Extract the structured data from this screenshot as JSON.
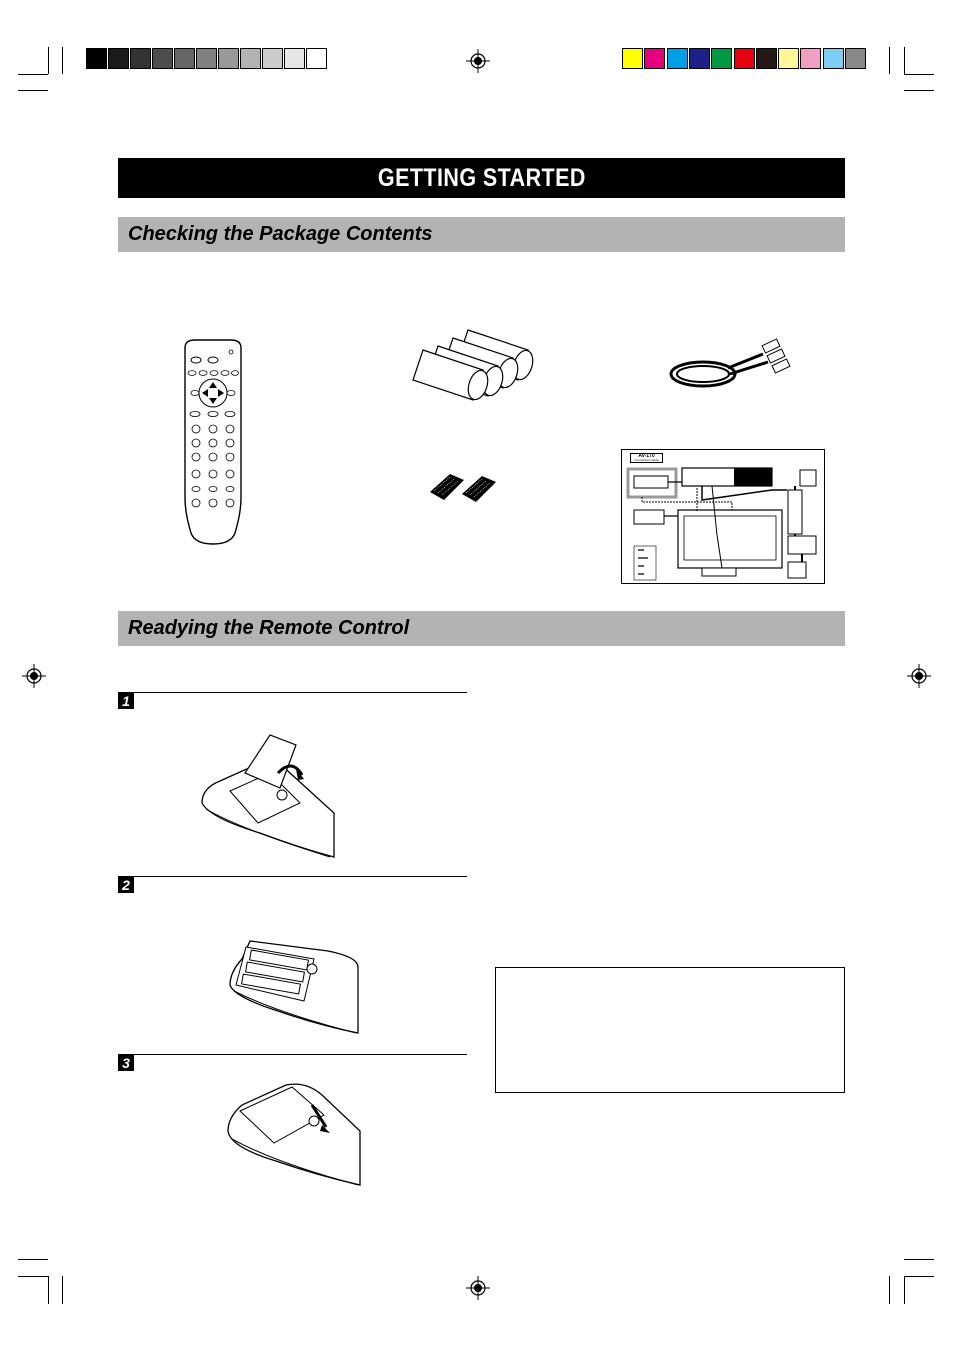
{
  "page": {
    "title": "GETTING STARTED",
    "sections": {
      "package": {
        "heading": "Checking the Package Contents"
      },
      "remote": {
        "heading": "Readying the Remote Control"
      }
    },
    "steps": [
      {
        "number": "1"
      },
      {
        "number": "2"
      },
      {
        "number": "3"
      }
    ],
    "connection_guide": {
      "model": "AV-170",
      "subtitle": "Connection Guide"
    }
  },
  "colors": {
    "gray_scale": [
      "#000000",
      "#1a1a1a",
      "#333333",
      "#4d4d4d",
      "#666666",
      "#808080",
      "#999999",
      "#b3b3b3",
      "#cccccc",
      "#e6e6e6",
      "#ffffff"
    ],
    "color_bars": [
      "#ffff00",
      "#e5007e",
      "#00a0e9",
      "#1d2088",
      "#009944",
      "#e60012",
      "#231815",
      "#fff799",
      "#f19ec2",
      "#7ecef4",
      "#898989"
    ],
    "title_bar": "#000000",
    "section_bar": "#b3b3b3"
  }
}
